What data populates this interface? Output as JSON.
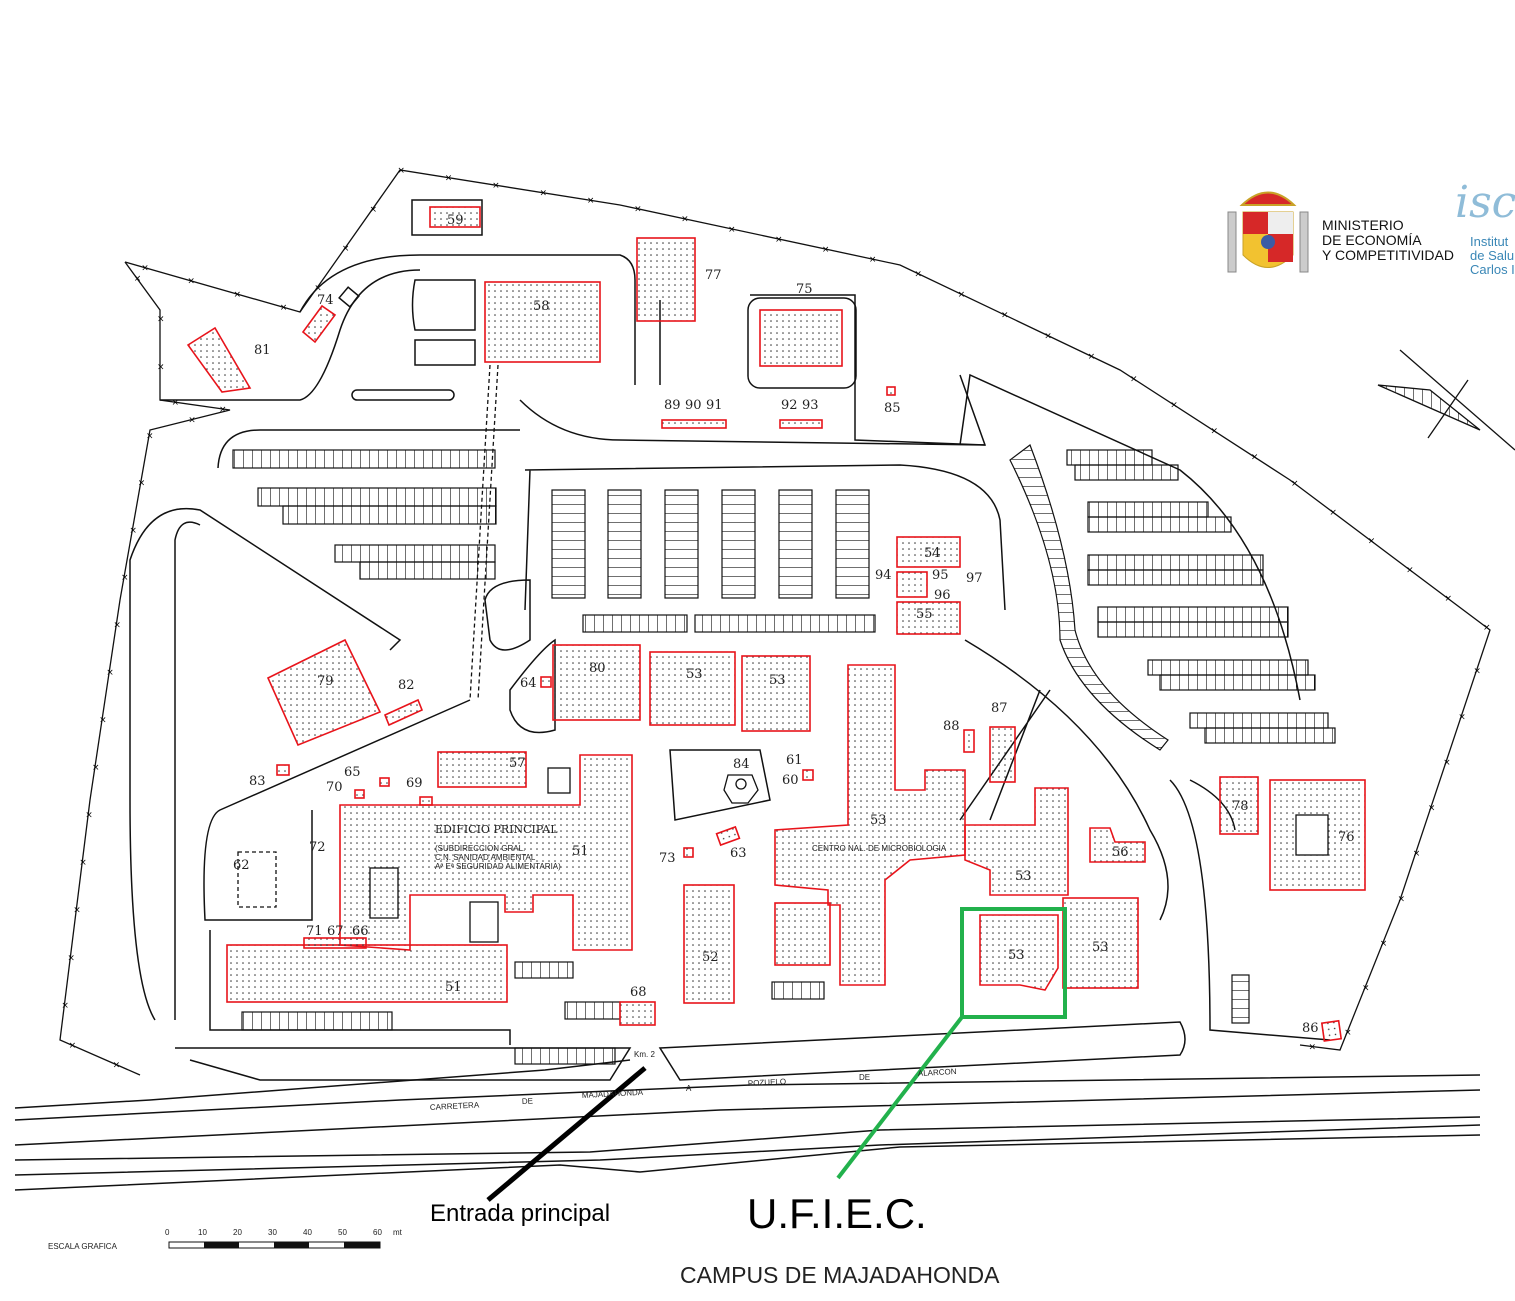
{
  "logos": {
    "ministry_lines": [
      "MINISTERIO",
      "DE ECONOMÍA",
      "Y COMPETITIVIDAD"
    ],
    "isc_mark": "isc",
    "isc_lines": [
      "Institut",
      "de Salu",
      "Carlos I"
    ]
  },
  "map": {
    "title": "CAMPUS DE MAJADAHONDA",
    "main_building": "EDIFICIO PRINCIPAL",
    "main_building_sub": [
      "(SUBDIRECCION GRAL.",
      "C.N. SANIDAD AMBIENTAL",
      "Aª Eª SEGURIDAD ALIMENTARIA)"
    ],
    "microbiology": "CENTRO NAL. DE MICROBIOLOGIA",
    "road_words": [
      "CARRETERA",
      "DE",
      "MAJADAHONDA",
      "A",
      "POZUELO",
      "DE",
      "ALARCON"
    ],
    "km_marker": "Km. 2",
    "building_numbers": [
      "59",
      "58",
      "77",
      "75",
      "81",
      "74",
      "85",
      "89",
      "90",
      "91",
      "92",
      "93",
      "54",
      "94",
      "95",
      "97",
      "96",
      "55",
      "80",
      "53",
      "53",
      "64",
      "79",
      "82",
      "87",
      "88",
      "57",
      "84",
      "61",
      "60",
      "65",
      "83",
      "70",
      "69",
      "53",
      "51",
      "72",
      "73",
      "63",
      "56",
      "78",
      "76",
      "62",
      "53",
      "71",
      "67",
      "66",
      "52",
      "53",
      "53",
      "51",
      "68",
      "86"
    ]
  },
  "annotations": {
    "entrance": "Entrada principal",
    "ufiec": "U.F.I.E.C.",
    "ufiec_color": "#22b14c",
    "building_outline_color": "#e8141b"
  },
  "scale": {
    "label": "ESCALA GRAFICA",
    "ticks": [
      "0",
      "10",
      "20",
      "30",
      "40",
      "50",
      "60"
    ],
    "unit": "mt"
  }
}
